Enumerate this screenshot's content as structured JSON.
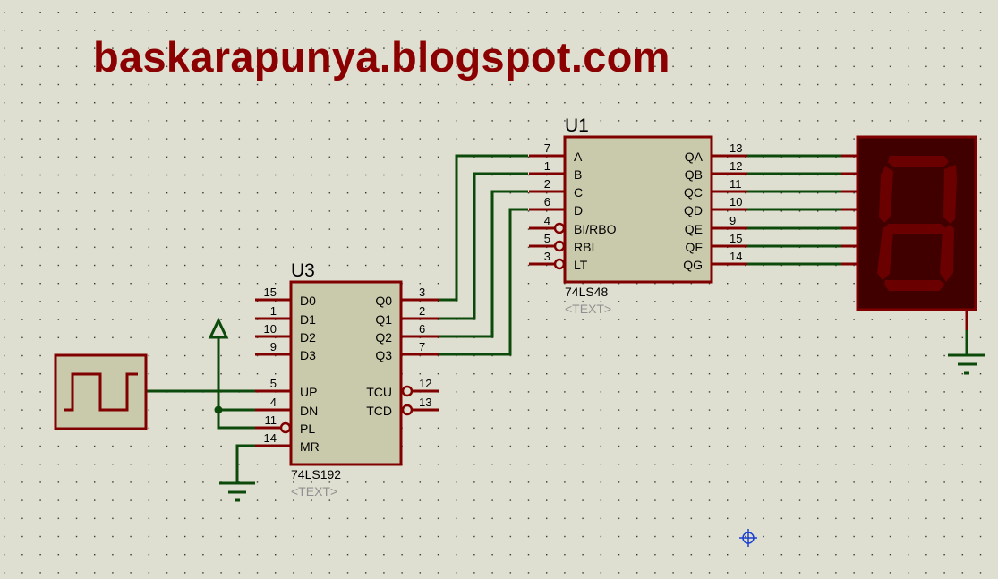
{
  "colors": {
    "background": "#dfdfd1",
    "component_fill": "#c9c9ab",
    "component_outline": "#800000",
    "wire": "#0b4a0b",
    "display_body": "#400000",
    "display_segment": "#6a0000",
    "watermark": "#8b0000",
    "cursor": "#1a3fd0"
  },
  "watermark": "baskarapunya.blogspot.com",
  "u1": {
    "ref": "U1",
    "part": "74LS48",
    "text": "<TEXT>",
    "left_pins": [
      {
        "num": "7",
        "name": "A"
      },
      {
        "num": "1",
        "name": "B"
      },
      {
        "num": "2",
        "name": "C"
      },
      {
        "num": "6",
        "name": "D"
      },
      {
        "num": "4",
        "name": "BI/RBO",
        "inverted": true
      },
      {
        "num": "5",
        "name": "RBI",
        "inverted": true
      },
      {
        "num": "3",
        "name": "LT",
        "inverted": true
      }
    ],
    "right_pins": [
      {
        "num": "13",
        "name": "QA"
      },
      {
        "num": "12",
        "name": "QB"
      },
      {
        "num": "11",
        "name": "QC"
      },
      {
        "num": "10",
        "name": "QD"
      },
      {
        "num": "9",
        "name": "QE"
      },
      {
        "num": "15",
        "name": "QF"
      },
      {
        "num": "14",
        "name": "QG"
      }
    ]
  },
  "u3": {
    "ref": "U3",
    "part": "74LS192",
    "text": "<TEXT>",
    "left_pins": [
      {
        "num": "15",
        "name": "D0"
      },
      {
        "num": "1",
        "name": "D1"
      },
      {
        "num": "10",
        "name": "D2"
      },
      {
        "num": "9",
        "name": "D3"
      },
      {
        "num": "5",
        "name": "UP"
      },
      {
        "num": "4",
        "name": "DN"
      },
      {
        "num": "11",
        "name": "PL",
        "inverted": true
      },
      {
        "num": "14",
        "name": "MR"
      }
    ],
    "right_pins": [
      {
        "num": "3",
        "name": "Q0"
      },
      {
        "num": "2",
        "name": "Q1"
      },
      {
        "num": "6",
        "name": "Q2"
      },
      {
        "num": "7",
        "name": "Q3"
      },
      {
        "num": "12",
        "name": "TCU",
        "inverted": true
      },
      {
        "num": "13",
        "name": "TCD",
        "inverted": true
      }
    ]
  },
  "icons": {
    "clock": "square-wave-generator",
    "power": "power-terminal-arrow",
    "ground": "ground-symbol",
    "display": "seven-segment-display",
    "cursor": "crosshair-cursor"
  }
}
